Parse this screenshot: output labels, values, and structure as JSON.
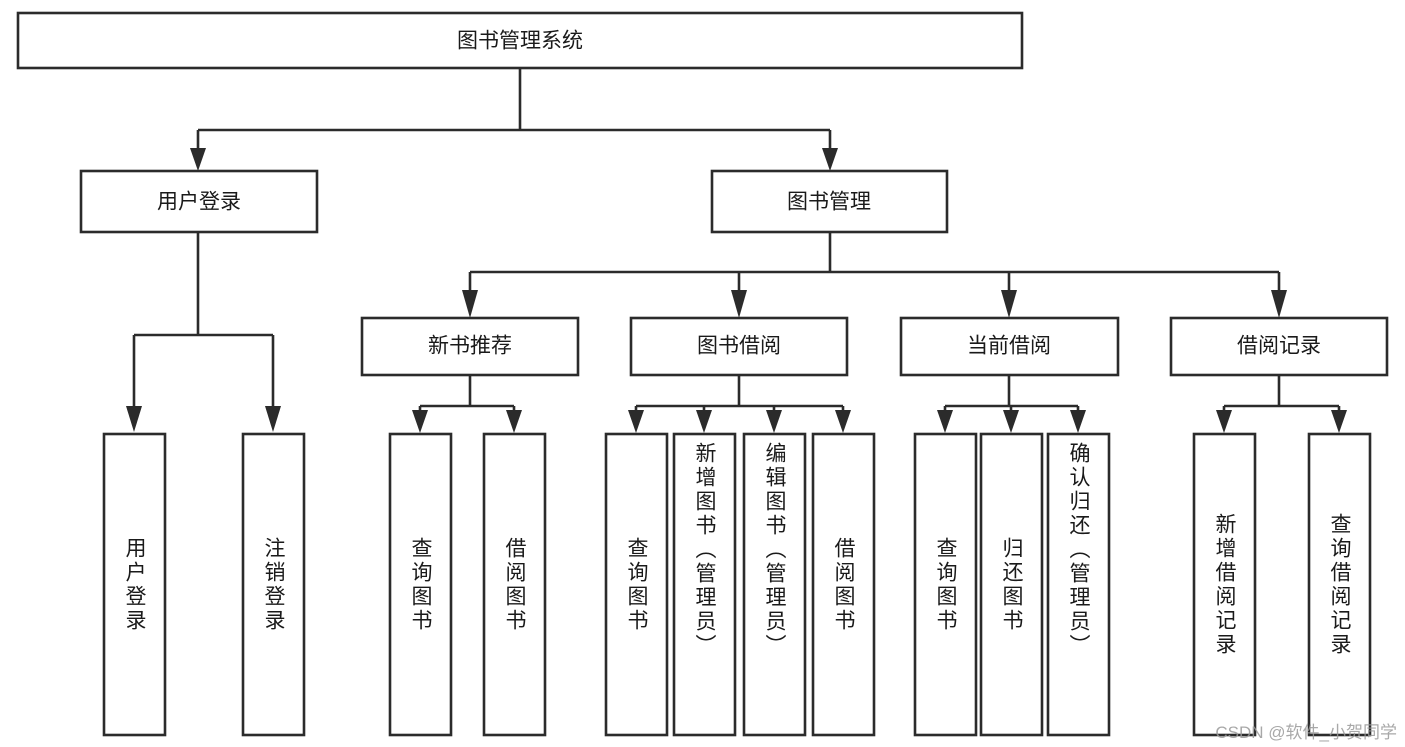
{
  "diagram": {
    "type": "tree",
    "title": "图书管理系统",
    "watermark": "CSDN @软件_小贺同学",
    "colors": {
      "stroke": "#2b2b2b",
      "fill": "#ffffff",
      "text": "#1a1a1a",
      "watermark": "#9a9a9a"
    },
    "root": {
      "label": "图书管理系统"
    },
    "level2": [
      {
        "label": "用户登录"
      },
      {
        "label": "图书管理"
      }
    ],
    "level3": [
      {
        "label": "新书推荐"
      },
      {
        "label": "图书借阅"
      },
      {
        "label": "当前借阅"
      },
      {
        "label": "借阅记录"
      }
    ],
    "leaves": {
      "user_login": [
        {
          "label": "用户登录"
        },
        {
          "label": "注销登录"
        }
      ],
      "new_book_recommend": [
        {
          "label": "查询图书"
        },
        {
          "label": "借阅图书"
        }
      ],
      "book_borrow": [
        {
          "label": "查询图书"
        },
        {
          "label": "新增图书（管理员）"
        },
        {
          "label": "编辑图书（管理员）"
        },
        {
          "label": "借阅图书"
        }
      ],
      "current_borrow": [
        {
          "label": "查询图书"
        },
        {
          "label": "归还图书"
        },
        {
          "label": "确认归还（管理员）"
        }
      ],
      "borrow_records": [
        {
          "label": "新增借阅记录"
        },
        {
          "label": "查询借阅记录"
        }
      ]
    }
  }
}
